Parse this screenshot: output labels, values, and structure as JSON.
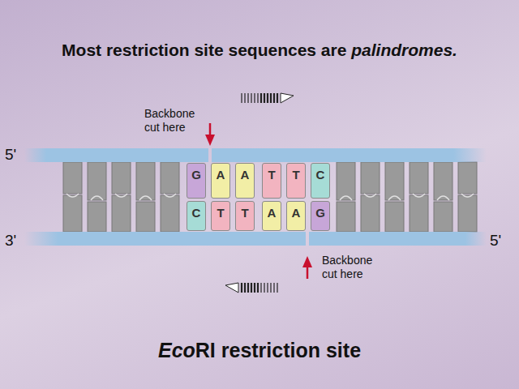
{
  "diagram": {
    "title": "Most restriction site sequences are palindromes.",
    "caption": "EcoRI restriction site",
    "nodes": [
      {
        "text": [
          "G"
        ]
      },
      {
        "text": [
          "A"
        ]
      },
      {
        "text": [
          "A"
        ]
      },
      {
        "text": [
          "T"
        ]
      },
      {
        "text": [
          "T"
        ]
      },
      {
        "text": [
          "C"
        ]
      },
      {
        "text": [
          "C"
        ]
      },
      {
        "text": [
          "T"
        ]
      },
      {
        "text": [
          "T"
        ]
      },
      {
        "text": [
          "A"
        ]
      },
      {
        "text": [
          "A"
        ]
      },
      {
        "text": [
          "G"
        ]
      }
    ],
    "labels": [
      "Backbone cut here",
      "Backbone cut here",
      "5'",
      "3'",
      "5'"
    ]
  }
}
